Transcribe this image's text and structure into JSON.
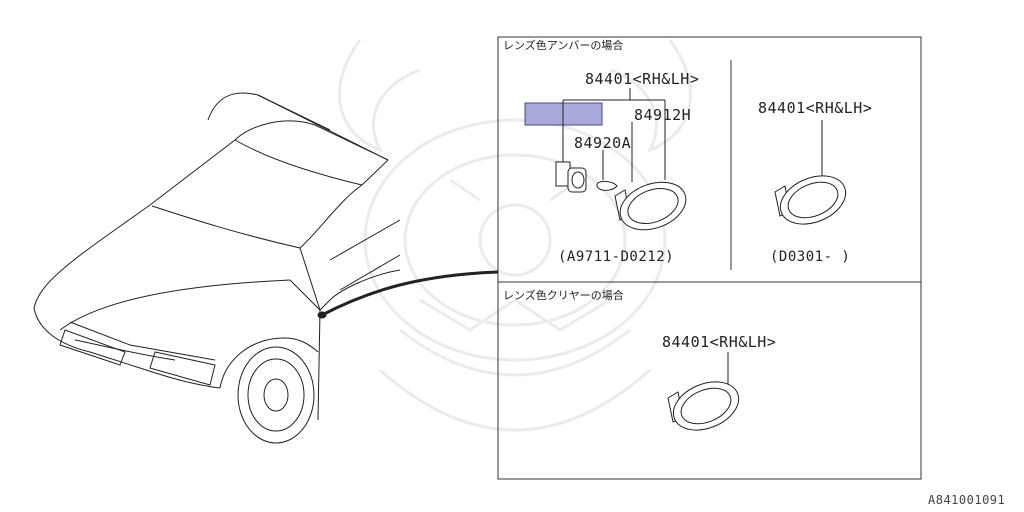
{
  "sections": {
    "amber_title": "レンズ色アンバーの場合",
    "clear_title": "レンズ色クリヤーの場合"
  },
  "parts": {
    "amber_early_lamp": "84401<RH&LH>",
    "amber_bulb": "84912H",
    "amber_socket": "84920A",
    "amber_late_lamp": "84401<RH&LH>",
    "clear_lamp": "84401<RH&LH>"
  },
  "ranges": {
    "early": "(A9711-D0212)",
    "late": "(D0301-  )"
  },
  "reference": "A841001091",
  "colors": {
    "highlight_fill": "#a9a9d9",
    "highlight_stroke": "#4a4a8a",
    "line": "#222222",
    "watermark": "#ececec"
  }
}
